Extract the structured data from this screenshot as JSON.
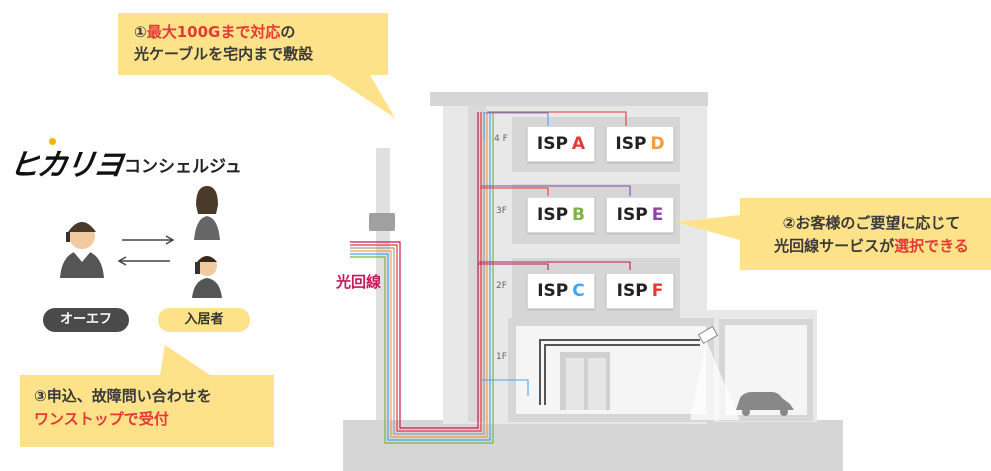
{
  "callout1": {
    "line1_prefix": "①",
    "line1_highlight": "最大100Gまで対応",
    "line1_suffix": "の",
    "line2": "光ケーブルを宅内まで敷設"
  },
  "callout2": {
    "line1": "②お客様のご要望に応じて",
    "line2_prefix": "光回線サービスが",
    "line2_highlight": "選択できる"
  },
  "callout3": {
    "line1": "③申込、故障問い合わせを",
    "line2_highlight": "ワンストップで受付"
  },
  "brand": {
    "logo": "ヒカリヨ",
    "subtitle": "コンシェルジュ"
  },
  "roles": {
    "operator": "オーエフ",
    "resident": "入居者"
  },
  "fiber_label": "光回線",
  "floors": [
    "4 F",
    "3F",
    "2F",
    "1F"
  ],
  "isps": [
    {
      "prefix": "ISP",
      "letter": "A",
      "color": "#e53935"
    },
    {
      "prefix": "ISP",
      "letter": "D",
      "color": "#f39c3d"
    },
    {
      "prefix": "ISP",
      "letter": "B",
      "color": "#7cb342"
    },
    {
      "prefix": "ISP",
      "letter": "E",
      "color": "#8e44ad"
    },
    {
      "prefix": "ISP",
      "letter": "C",
      "color": "#42a5f5"
    },
    {
      "prefix": "ISP",
      "letter": "F",
      "color": "#e53935"
    }
  ],
  "icons": [
    "operator-headset-icon",
    "resident-female-icon",
    "resident-phone-icon",
    "arrow-right-icon",
    "arrow-left-icon",
    "utility-pole-icon",
    "car-icon",
    "light-icon",
    "door-icon"
  ]
}
